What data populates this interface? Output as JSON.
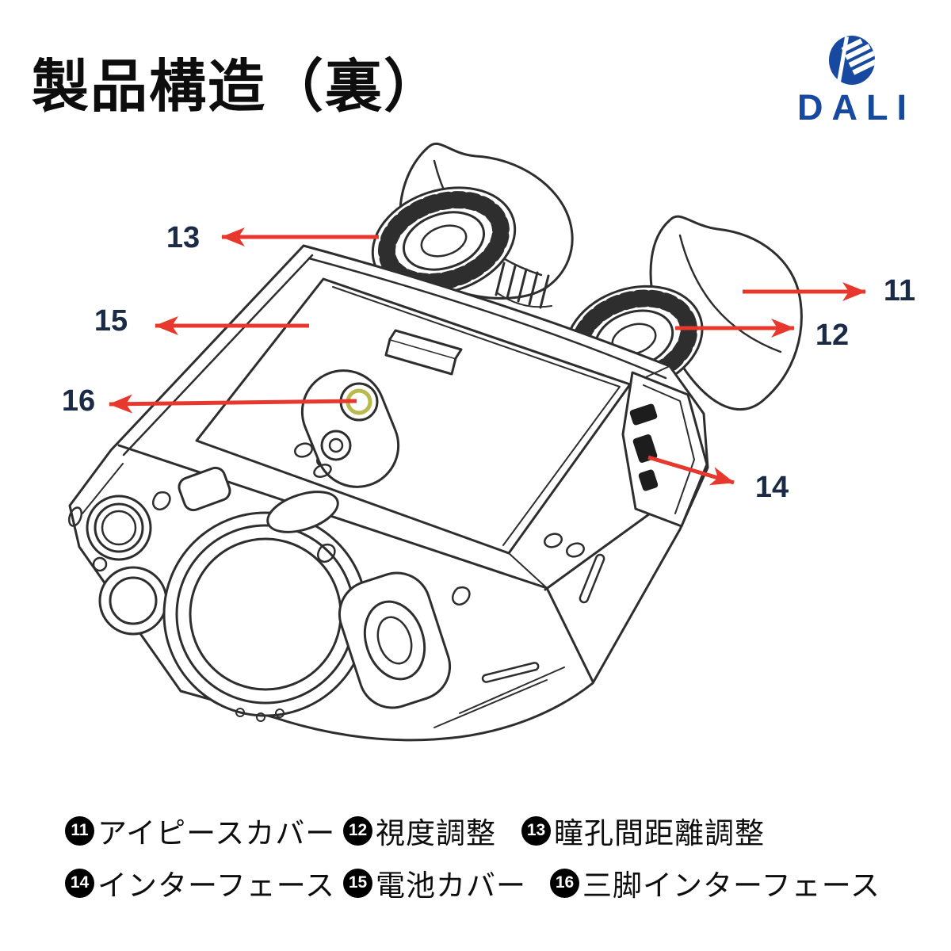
{
  "page": {
    "title": "製品構造（裏）"
  },
  "logo": {
    "brand": "DALI",
    "color": "#16499f"
  },
  "diagram": {
    "arrow_color": "#e8382d",
    "callout_color": "#1c2b45",
    "line_color": "#2e2e2e",
    "tripod_ring_color": "#b9ba4e",
    "callouts": [
      "11",
      "12",
      "13",
      "14",
      "15",
      "16"
    ]
  },
  "legend": {
    "rows": [
      [
        {
          "num": "11",
          "label": "アイピースカバー"
        },
        {
          "num": "12",
          "label": "視度調整"
        },
        {
          "num": "13",
          "label": "瞳孔間距離調整"
        }
      ],
      [
        {
          "num": "14",
          "label": "インターフェース"
        },
        {
          "num": "15",
          "label": "電池カバー"
        },
        {
          "num": "16",
          "label": "三脚インターフェース"
        }
      ]
    ]
  }
}
